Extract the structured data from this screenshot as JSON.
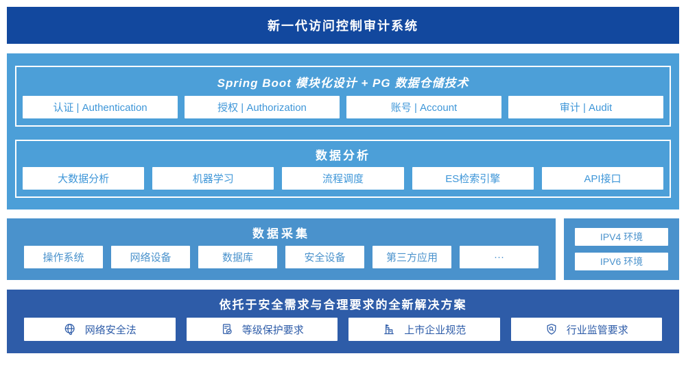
{
  "palette": {
    "navy": "#12489E",
    "sky_blue": "#4C9FD8",
    "medium_blue": "#4A92CC",
    "dark_blue": "#2E5CA8",
    "chip_text_blue": "#3E96D8",
    "white": "#FFFFFF"
  },
  "banner": {
    "title": "新一代访问控制审计系统"
  },
  "platform": {
    "springboot": {
      "title": "Spring Boot 模块化设计 + PG 数据仓储技术",
      "items": [
        {
          "label": "认证 | Authentication"
        },
        {
          "label": "授权 | Authorization"
        },
        {
          "label": "账号 | Account"
        },
        {
          "label": "审计 | Audit"
        }
      ]
    },
    "analysis": {
      "title": "数据分析",
      "items": [
        {
          "label": "大数据分析"
        },
        {
          "label": "机器学习"
        },
        {
          "label": "流程调度"
        },
        {
          "label": "ES检索引擎"
        },
        {
          "label": "API接口"
        }
      ]
    }
  },
  "collection": {
    "title": "数据采集",
    "items": [
      {
        "label": "操作系统"
      },
      {
        "label": "网络设备"
      },
      {
        "label": "数据库"
      },
      {
        "label": "安全设备"
      },
      {
        "label": "第三方应用"
      },
      {
        "label": "···"
      }
    ]
  },
  "environment": {
    "items": [
      {
        "label": "IPV4 环境"
      },
      {
        "label": "IPV6 环境"
      }
    ]
  },
  "solution": {
    "title": "依托于安全需求与合理要求的全新解决方案",
    "items": [
      {
        "label": "网络安全法",
        "icon": "globe-icon"
      },
      {
        "label": "等级保护要求",
        "icon": "document-check-icon"
      },
      {
        "label": "上市企业规范",
        "icon": "building-icon"
      },
      {
        "label": "行业监管要求",
        "icon": "shield-search-icon"
      }
    ]
  }
}
